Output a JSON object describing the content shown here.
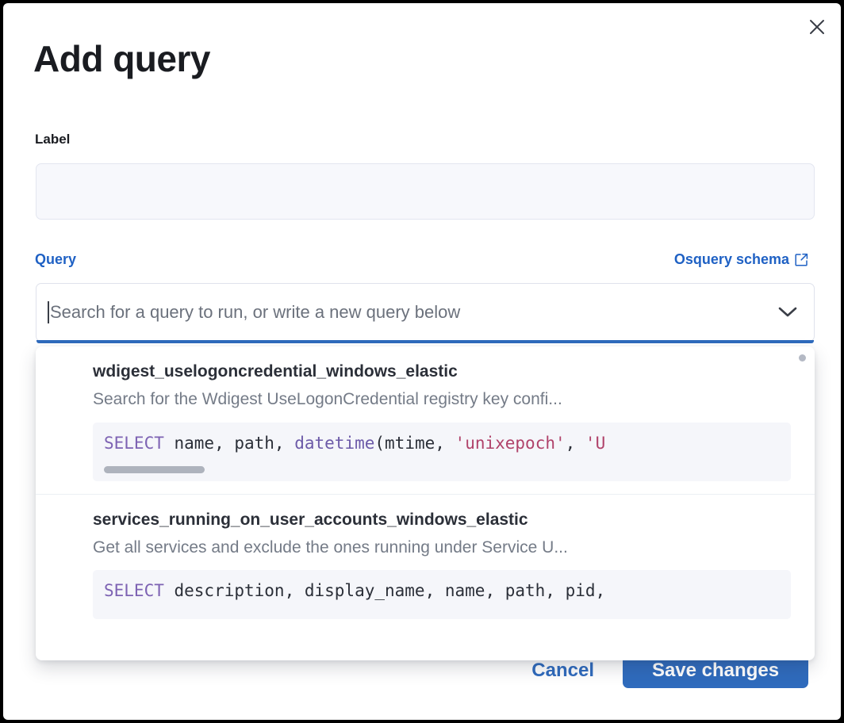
{
  "modal": {
    "title": "Add query",
    "close_icon": "close-icon"
  },
  "label_field": {
    "label": "Label",
    "value": "",
    "placeholder": ""
  },
  "query_field": {
    "label": "Query",
    "schema_link": "Osquery schema",
    "schema_link_icon": "external-link-icon",
    "combobox_value": "",
    "combobox_placeholder": "Search for a query to run, or write a new query below",
    "chevron_icon": "chevron-down-icon"
  },
  "dropdown": {
    "options": [
      {
        "title": "wdigest_uselogoncredential_windows_elastic",
        "description": "Search for the Wdigest UseLogonCredential registry key confi...",
        "code_parts": [
          {
            "text": "SELECT",
            "type": "kw"
          },
          {
            "text": " name, path, ",
            "type": "plain"
          },
          {
            "text": "datetime",
            "type": "fn"
          },
          {
            "text": "(mtime, ",
            "type": "plain"
          },
          {
            "text": "'unixepoch'",
            "type": "str"
          },
          {
            "text": ", ",
            "type": "plain"
          },
          {
            "text": "'U",
            "type": "str"
          }
        ],
        "has_code_scrollbar": true
      },
      {
        "title": "services_running_on_user_accounts_windows_elastic",
        "description": "Get all services and exclude the ones running under Service U...",
        "code_parts": [
          {
            "text": "SELECT",
            "type": "kw"
          },
          {
            "text": " description, display_name, name, path, pid,",
            "type": "plain"
          }
        ],
        "has_code_scrollbar": false
      }
    ]
  },
  "footer": {
    "cancel_label": "Cancel",
    "save_label": "Save changes"
  },
  "colors": {
    "accent_blue": "#2f6bbd",
    "link_blue": "#1f61c4",
    "text_dark": "#1a1c21",
    "text_muted": "#747b87",
    "code_bg": "#f5f6fa",
    "input_bg": "#f7f8fc"
  }
}
